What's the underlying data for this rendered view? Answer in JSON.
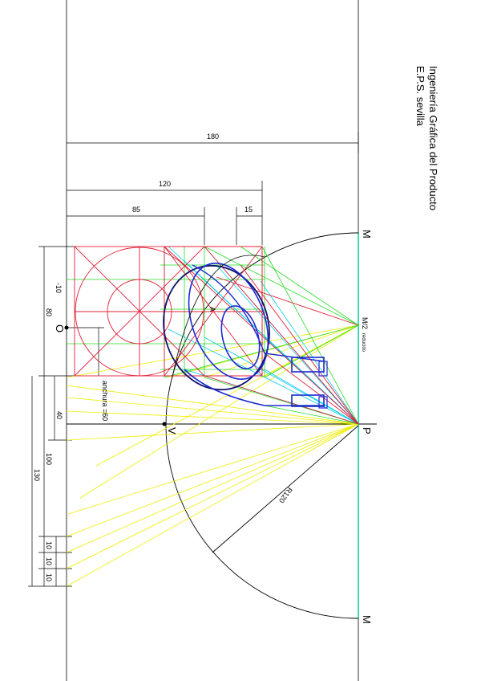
{
  "title": {
    "line1": "Ingeniería Gráfica del Producto",
    "line2": "E.P.S. sevilla"
  },
  "labels": {
    "m_top": "M",
    "m_bottom": "M",
    "m2": "M/2",
    "m2_sub": "reducido",
    "p": "P",
    "v": "V",
    "o": "O",
    "a": "A",
    "radius": "R120",
    "anchura": "anchura =60"
  },
  "dimensions": {
    "d180": "180",
    "d120": "120",
    "d85": "85",
    "d15": "15",
    "d80": "80",
    "dm10": "-10",
    "d40": "40",
    "d100": "100",
    "d130": "130",
    "d10a": "10",
    "d10b": "10",
    "d10c": "10"
  },
  "colors": {
    "line": "#000000",
    "red": "#e0203a",
    "green": "#22dd22",
    "cyan": "#00ccee",
    "yellow": "#eeee00",
    "blue": "#1a2ad0",
    "navy": "#10106a",
    "teal": "#00cc99"
  }
}
